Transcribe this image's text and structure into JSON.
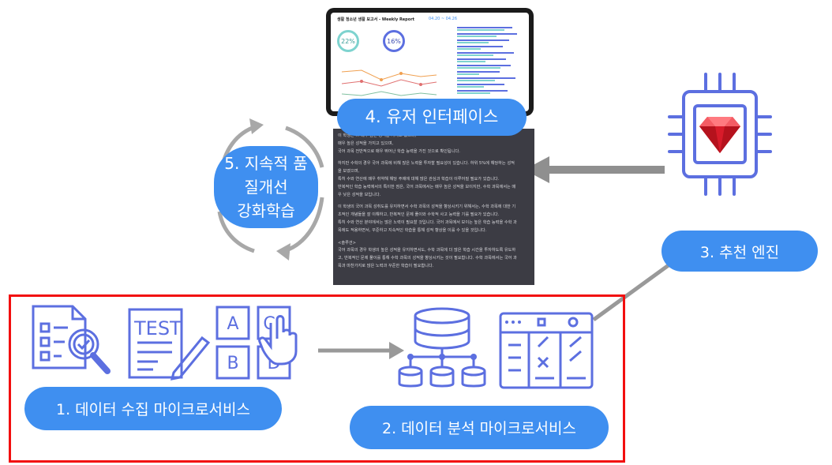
{
  "stages": {
    "s1": "1. 데이터 수집 마이크로서비스",
    "s2": "2. 데이터 분석 마이크로서비스",
    "s3": "3. 추천 엔진",
    "s4": "4. 유저 인터페이스",
    "s5": [
      "5. 지속적 품",
      "질개선",
      "강화학습"
    ]
  },
  "icons": {
    "test_text": "TEST",
    "cards": [
      "A",
      "C",
      "B",
      "D"
    ]
  },
  "report": {
    "title": "생활 청소년 생활 보고서 - Weekly Report",
    "title_suffix": "04.20 ~ 04.26",
    "kpi1_value": "22%",
    "kpi2_value": "16%",
    "lines": [
      "이 학생은 ... 매우 높은 성적을 가지고 있으며,",
      "매우 높은 성적을 가지고 있으며,",
      "국어 과목 전반적으로 매우 뛰어난 학습 능력을 가진 것으로 확인됩니다.",
      "",
      "하지만 수학의 경우 국어 과목에 비해 많은 노력을 투자할 필요성이 있습니다. 하위 5%에 해당하는 성적",
      "을 보였으며,",
      "특히 수와 연산에 매우 취약해 해당 주제에 대해 많은 관심과 학습이 이루어질 필요가 있습니다.",
      "반복적인 학습 능력에서의 특이한 점은, 국어 과목에서는 매우 높은 성적을 보이지만, 수학 과목에서는 매",
      "우 낮은 성적을 보입니다.",
      "",
      "이 학생의 국어 과목 성취도를 유지하면서 수학 과목의 성적을 향상시키기 위해서는, 수학 과목에 대한 기",
      "초적인 개념들을 잘 이해하고, 반복적인 문제 풀이와 수학적 사고 능력을 기를 필요가 있습니다.",
      "특히 수와 연산 분야에서는 많은 노력이 필요할 것입니다. 국어 과목에서 보이는 높은 학습 능력을 수학 과",
      "목에도 적용하면서, 꾸준하고 지속적인 학습을 통해 성적 향상을 이룰 수 있을 것입니다.",
      "",
      "<솔루션>",
      "국어 과목의 경우 학생의 높은 성적을 유지하면서도, 수학 과목에 더 많은 학습 시간을 투자하도록 유도하",
      "고, 반복적인 문제 풀이를 통해 수학 과목의 성적을 향상시키는 것이 필요합니다. 수학 과목에서는 국어 과",
      "목과 마찬가지로 많은 노력과 꾸준한 학습이 필요합니다."
    ]
  },
  "colors": {
    "accent_blue": "#3f8ff0",
    "icon_stroke": "#5c6fe0",
    "arrow_gray": "#9a9a9a",
    "frame_red": "#f20f0f",
    "gem_red": "#d81b2a"
  }
}
